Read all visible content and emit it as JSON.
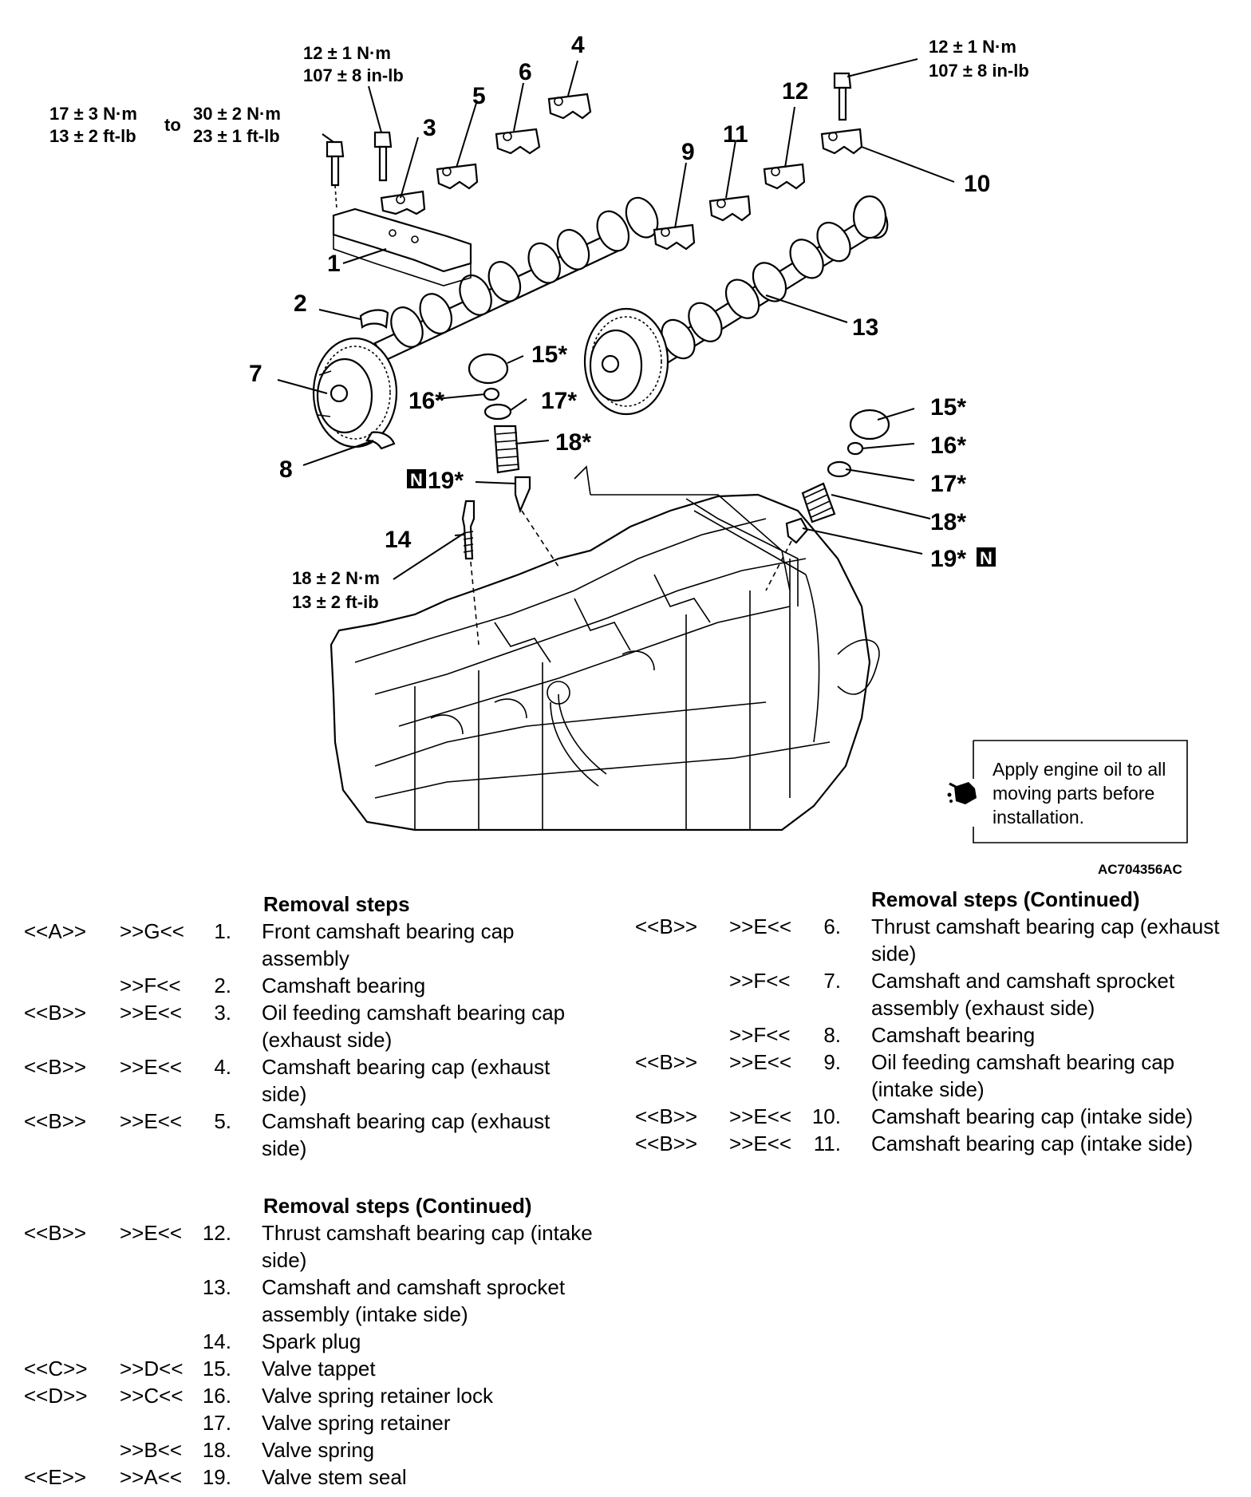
{
  "diagram": {
    "reference": "AC704356AC",
    "oil_note": "Apply engine oil to all moving parts before installation.",
    "oil_note_lines": [
      "Apply engine oil to all",
      "moving parts before",
      "installation."
    ],
    "oil_icon": "oil-can-icon",
    "new_part_marker": "N",
    "torques": {
      "bolt_front_cap": {
        "a_line1": "17 ± 3 N·m",
        "a_line2": "13 ± 2 ft-lb",
        "to": "to",
        "b_line1": "30 ± 2 N·m",
        "b_line2": "23 ± 1 ft-lb"
      },
      "bolt_exhaust_caps": {
        "line1": "12 ± 1 N·m",
        "line2": "107 ± 8 in-lb"
      },
      "bolt_intake_caps": {
        "line1": "12 ± 1 N·m",
        "line2": "107 ± 8 in-lb"
      },
      "spark_plug": {
        "line1": "18 ± 2 N·m",
        "line2": "13 ± 2 ft-ib"
      }
    },
    "callouts": {
      "c1": "1",
      "c2": "2",
      "c3": "3",
      "c4": "4",
      "c5": "5",
      "c6": "6",
      "c7": "7",
      "c8": "8",
      "c9": "9",
      "c10": "10",
      "c11": "11",
      "c12": "12",
      "c13": "13",
      "c14": "14",
      "c15a": "15*",
      "c16a": "16*",
      "c17a": "17*",
      "c18a": "18*",
      "c19a": "19*",
      "c15b": "15*",
      "c16b": "16*",
      "c17b": "17*",
      "c18b": "18*",
      "c19b": "19*"
    }
  },
  "removal": {
    "heading": "Removal steps",
    "heading_continued": "Removal steps (Continued)",
    "left_block_1": [
      {
        "c1": "<<A>>",
        "c2": ">>G<<",
        "num": "1.",
        "desc": "Front camshaft bearing cap assembly"
      },
      {
        "c1": "",
        "c2": ">>F<<",
        "num": "2.",
        "desc": "Camshaft bearing"
      },
      {
        "c1": "<<B>>",
        "c2": ">>E<<",
        "num": "3.",
        "desc": "Oil feeding camshaft bearing cap (exhaust side)"
      },
      {
        "c1": "<<B>>",
        "c2": ">>E<<",
        "num": "4.",
        "desc": "Camshaft bearing cap (exhaust side)"
      },
      {
        "c1": "<<B>>",
        "c2": ">>E<<",
        "num": "5.",
        "desc": "Camshaft bearing cap (exhaust side)"
      }
    ],
    "left_block_2": [
      {
        "c1": "<<B>>",
        "c2": ">>E<<",
        "num": "12.",
        "desc": "Thrust camshaft bearing cap (intake side)"
      },
      {
        "c1": "",
        "c2": "",
        "num": "13.",
        "desc": "Camshaft and camshaft sprocket assembly (intake side)"
      },
      {
        "c1": "",
        "c2": "",
        "num": "14.",
        "desc": "Spark plug"
      },
      {
        "c1": "<<C>>",
        "c2": ">>D<<",
        "num": "15.",
        "desc": "Valve tappet"
      },
      {
        "c1": "<<D>>",
        "c2": ">>C<<",
        "num": "16.",
        "desc": "Valve spring retainer lock"
      },
      {
        "c1": "",
        "c2": "",
        "num": "17.",
        "desc": "Valve spring retainer"
      },
      {
        "c1": "",
        "c2": ">>B<<",
        "num": "18.",
        "desc": "Valve spring"
      },
      {
        "c1": "<<E>>",
        "c2": ">>A<<",
        "num": "19.",
        "desc": "Valve stem seal"
      }
    ],
    "right_block": [
      {
        "c1": "<<B>>",
        "c2": ">>E<<",
        "num": "6.",
        "desc": "Thrust camshaft bearing cap (exhaust side)"
      },
      {
        "c1": "",
        "c2": ">>F<<",
        "num": "7.",
        "desc": "Camshaft and camshaft sprocket assembly (exhaust side)"
      },
      {
        "c1": "",
        "c2": ">>F<<",
        "num": "8.",
        "desc": "Camshaft bearing"
      },
      {
        "c1": "<<B>>",
        "c2": ">>E<<",
        "num": "9.",
        "desc": "Oil feeding camshaft bearing cap (intake side)"
      },
      {
        "c1": "<<B>>",
        "c2": ">>E<<",
        "num": "10.",
        "desc": "Camshaft bearing cap (intake side)"
      },
      {
        "c1": "<<B>>",
        "c2": ">>E<<",
        "num": "11.",
        "desc": "Camshaft bearing cap (intake side)"
      }
    ]
  }
}
